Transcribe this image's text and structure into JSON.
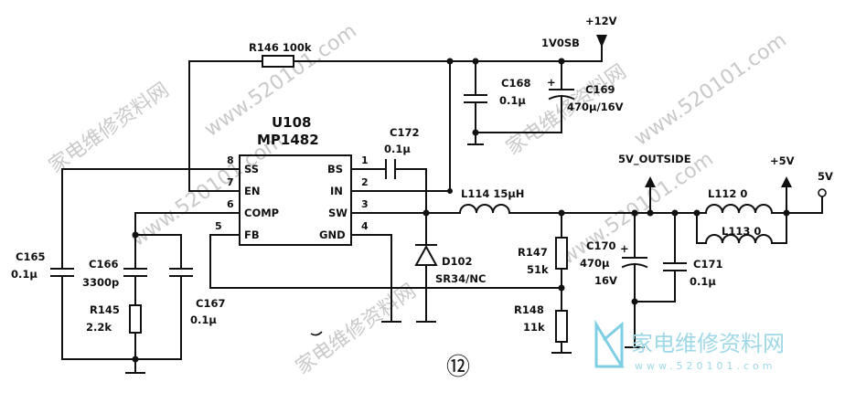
{
  "watermark": {
    "text": "家电维修资料网",
    "url": "www.520101.com",
    "brand": "家电维修资料网",
    "brand_url": "www.520101.com"
  },
  "chip": {
    "ref": "U108",
    "part": "MP1482",
    "left_pins": [
      {
        "num": "8",
        "name": "SS"
      },
      {
        "num": "7",
        "name": "EN"
      },
      {
        "num": "6",
        "name": "COMP"
      },
      {
        "num": "5",
        "name": "FB"
      }
    ],
    "right_pins": [
      {
        "num": "1",
        "name": "BS"
      },
      {
        "num": "2",
        "name": "IN"
      },
      {
        "num": "3",
        "name": "SW"
      },
      {
        "num": "4",
        "name": "GND"
      }
    ]
  },
  "rails": {
    "p12v": "+12V",
    "v1v0sb": "1V0SB",
    "v5_outside": "5V_OUTSIDE",
    "p5v": "+5V",
    "v5": "5V"
  },
  "parts": {
    "r146": "R146  100k",
    "c168": {
      "ref": "C168",
      "val": "0.1μ"
    },
    "c169": {
      "ref": "C169",
      "val": "470μ/16V"
    },
    "c172": {
      "ref": "C172",
      "val": "0.1μ"
    },
    "l114": "L114  15μH",
    "l112": "L112  0",
    "l113": "L113  0",
    "c165": {
      "ref": "C165",
      "val": "0.1μ"
    },
    "c166": {
      "ref": "C166",
      "val": "3300p"
    },
    "r145": {
      "ref": "R145",
      "val": "2.2k"
    },
    "c167": {
      "ref": "C167",
      "val": "0.1μ"
    },
    "d102": {
      "ref": "D102",
      "val": "SR34/NC"
    },
    "r147": {
      "ref": "R147",
      "val": "51k"
    },
    "r148": {
      "ref": "R148",
      "val": "11k"
    },
    "c170": {
      "ref": "C170",
      "val": "470μ",
      "rating": "16V"
    },
    "c171": {
      "ref": "C171",
      "val": "0.1μ"
    }
  },
  "page_marker": "⑫"
}
